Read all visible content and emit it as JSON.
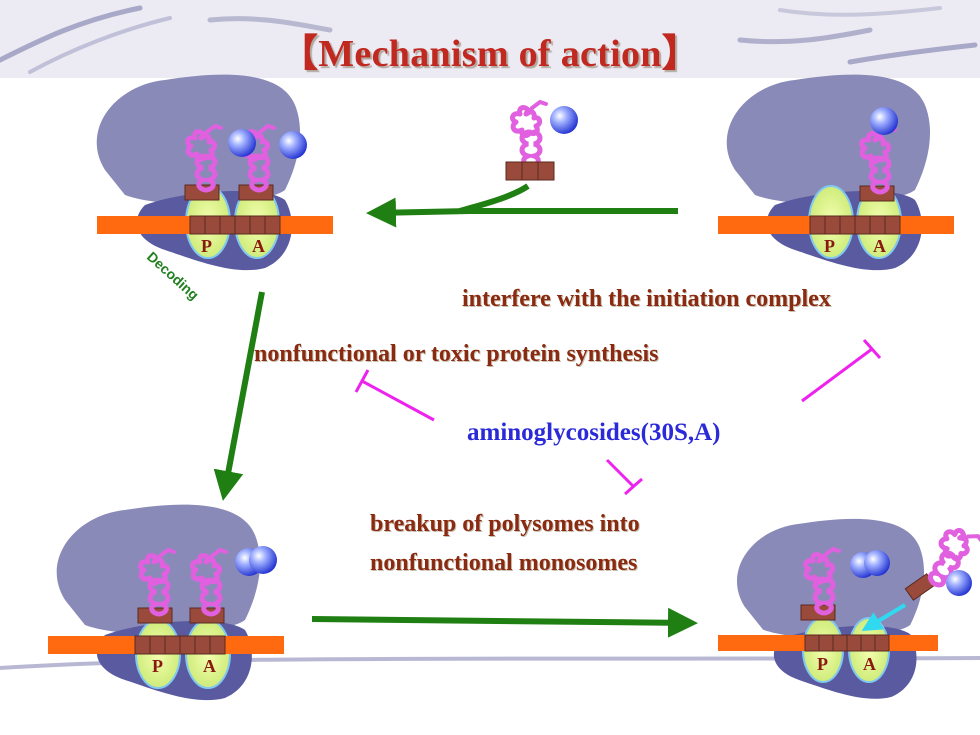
{
  "title": "【Mechanism of action】",
  "labels": {
    "decoding": "Decoding",
    "initiation": "interfere with the initiation complex",
    "toxic": "nonfunctional or toxic protein synthesis",
    "drug": "aminoglycosides(30S,A)",
    "breakup_line1": "breakup of polysomes into",
    "breakup_line2": "nonfunctional monosomes"
  },
  "site_labels": {
    "p": "P",
    "a": "A"
  },
  "colors": {
    "title": "#c02820",
    "label": "#8a2a10",
    "drug": "#2a2ad8",
    "arrow": "#1f7f12",
    "inhibit": "#ee22ee",
    "mrna": "#ff6a10",
    "ribosome_small": "#5a5aa0",
    "ribosome_large": "#8a8ab8",
    "trna": "#e060e0",
    "amino_acid": "#4f5ff0"
  }
}
